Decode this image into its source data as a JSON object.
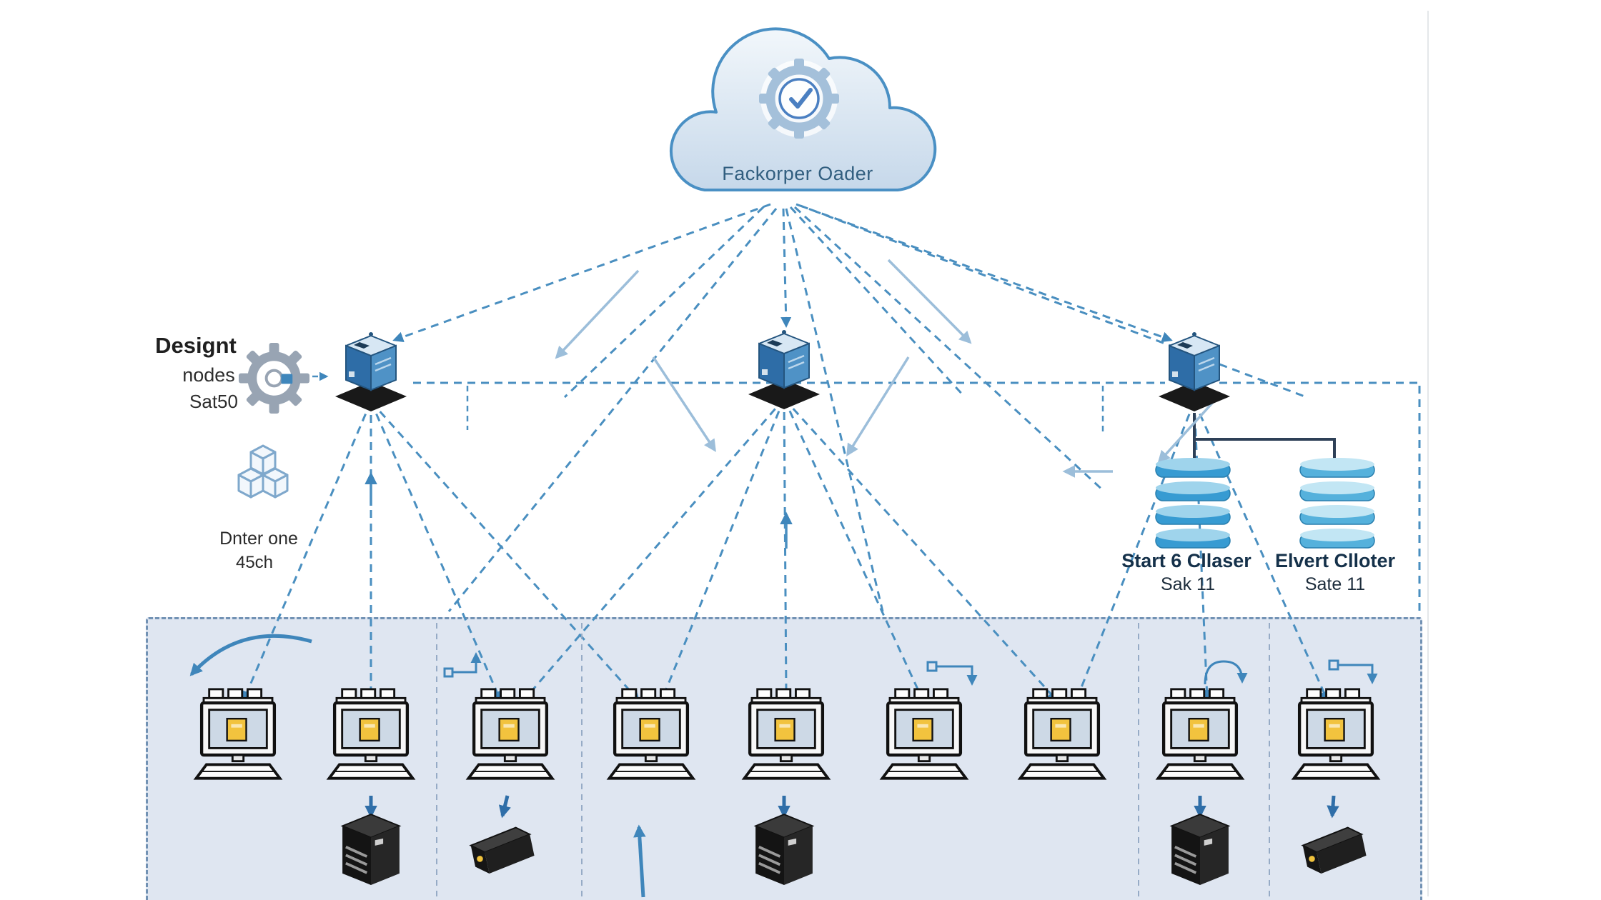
{
  "colors": {
    "accent": "#3f86bb",
    "dash": "#4a8fc0",
    "light_arrow": "#9cbeda",
    "panel_fill": "#dfe6f1",
    "panel_border": "#7292b4",
    "dark_line": "#2e4057"
  },
  "cloud": {
    "label": "Fackorper Oader"
  },
  "left_annotation": {
    "title": "Designt",
    "subtitle": "nodes",
    "code": "Sat50"
  },
  "cube_annotation": {
    "line1": "Dnter one",
    "line2": "45ch"
  },
  "databases": [
    {
      "title": "Start 6 Cllaser",
      "subtitle": "Sak 11"
    },
    {
      "title": "Elvert Clloter",
      "subtitle": "Sate 11"
    }
  ],
  "icons": {
    "cloud": "cloud-gear-check",
    "node": "server-cube",
    "workstation": "desktop-computer",
    "printer": "printer-box",
    "device": "storage-device",
    "database": "database-stack",
    "gear": "gear",
    "cubes": "cube-stack"
  },
  "counts": {
    "nodes": 3,
    "workstations": 9,
    "printers": 3,
    "devices": 2
  }
}
